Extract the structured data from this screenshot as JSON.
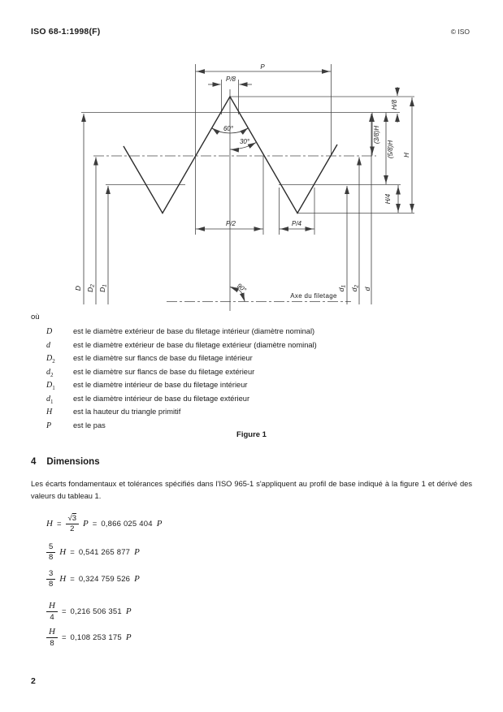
{
  "header": {
    "doc_id": "ISO 68-1:1998(F)",
    "copyright": "© ISO"
  },
  "figure": {
    "caption": "Figure 1",
    "axis_label": "Axe du filetage",
    "dim_labels": {
      "P": "P",
      "P_over_8": "P/8",
      "P_over_2": "P/2",
      "P_over_4": "P/4",
      "H_over_8": "H/8",
      "three_eighths_H": "(3/8)H",
      "five_eighths_H": "(5/8)H",
      "H": "H",
      "H_over_4": "H/4"
    },
    "angle_labels": {
      "flank": "60°",
      "half_flank": "30°",
      "axis": "90°"
    },
    "diameter_labels": {
      "D": {
        "base": "D",
        "sub": ""
      },
      "D2": {
        "base": "D",
        "sub": "2"
      },
      "D1": {
        "base": "D",
        "sub": "1"
      },
      "d1": {
        "base": "d",
        "sub": "1"
      },
      "d2": {
        "base": "d",
        "sub": "2"
      },
      "d": {
        "base": "d",
        "sub": ""
      }
    }
  },
  "where_intro": "où",
  "definitions": [
    {
      "base": "D",
      "sub": "",
      "text": "est le diamètre extérieur de base du filetage intérieur (diamètre nominal)"
    },
    {
      "base": "d",
      "sub": "",
      "text": "est le diamètre extérieur de base du filetage extérieur (diamètre nominal)"
    },
    {
      "base": "D",
      "sub": "2",
      "text": "est le diamètre sur flancs de base du filetage intérieur"
    },
    {
      "base": "d",
      "sub": "2",
      "text": "est le diamètre sur flancs de base du filetage extérieur"
    },
    {
      "base": "D",
      "sub": "1",
      "text": "est le diamètre intérieur de base du filetage intérieur"
    },
    {
      "base": "d",
      "sub": "1",
      "text": "est le diamètre intérieur de base du filetage extérieur"
    },
    {
      "base": "H",
      "sub": "",
      "text": "est la hauteur du triangle primitif"
    },
    {
      "base": "P",
      "sub": "",
      "text": "est le pas"
    }
  ],
  "section": {
    "number": "4",
    "title": "Dimensions",
    "paragraph": "Les écarts fondamentaux et tolérances spécifiés dans l'ISO 965-1 s'appliquent au profil de base indiqué à la figure 1 et dérivé des valeurs du tableau 1."
  },
  "formulas": {
    "f1": {
      "lhs": "H",
      "eq": "=",
      "sqrt_sign": "√",
      "radicand": "3",
      "den": "2",
      "factor": "P",
      "eq2": "=",
      "value": "0,866 025 404",
      "unit": "P"
    },
    "f2": {
      "num": "5",
      "den": "8",
      "lhs": "H",
      "eq": "=",
      "value": "0,541 265 877",
      "unit": "P"
    },
    "f3": {
      "num": "3",
      "den": "8",
      "lhs": "H",
      "eq": "=",
      "value": "0,324 759 526",
      "unit": "P"
    },
    "f4": {
      "num": "H",
      "den": "4",
      "eq": "=",
      "value": "0,216 506 351",
      "unit": "P"
    },
    "f5": {
      "num": "H",
      "den": "8",
      "eq": "=",
      "value": "0,108 253 175",
      "unit": "P"
    }
  },
  "page_number": "2"
}
